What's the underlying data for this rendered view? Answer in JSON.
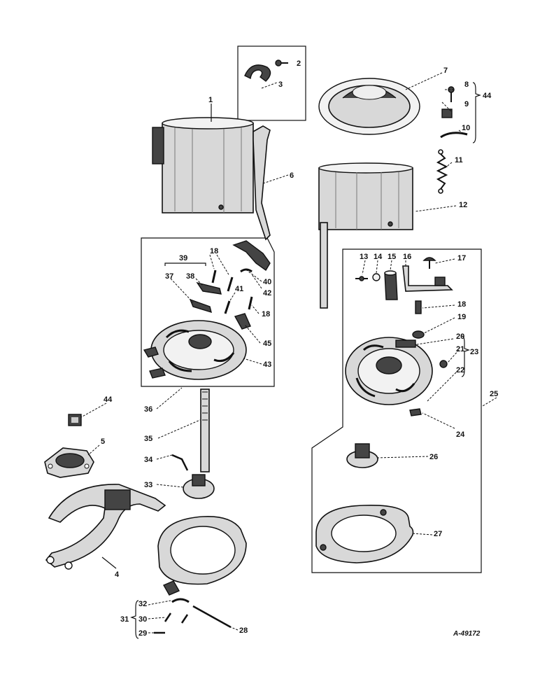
{
  "diagram": {
    "reference_code": "A-49172",
    "callouts": [
      "1",
      "2",
      "3",
      "4",
      "5",
      "6",
      "7",
      "8",
      "9",
      "10",
      "11",
      "12",
      "13",
      "14",
      "15",
      "16",
      "17",
      "18",
      "19",
      "20",
      "21",
      "22",
      "23",
      "24",
      "25",
      "26",
      "27",
      "28",
      "29",
      "30",
      "31",
      "32",
      "33",
      "34",
      "35",
      "36",
      "37",
      "38",
      "39",
      "40",
      "41",
      "42",
      "43",
      "44",
      "45"
    ],
    "repeated_labels": {
      "44_second": "44",
      "18_second": "18",
      "18_third": "18"
    }
  }
}
